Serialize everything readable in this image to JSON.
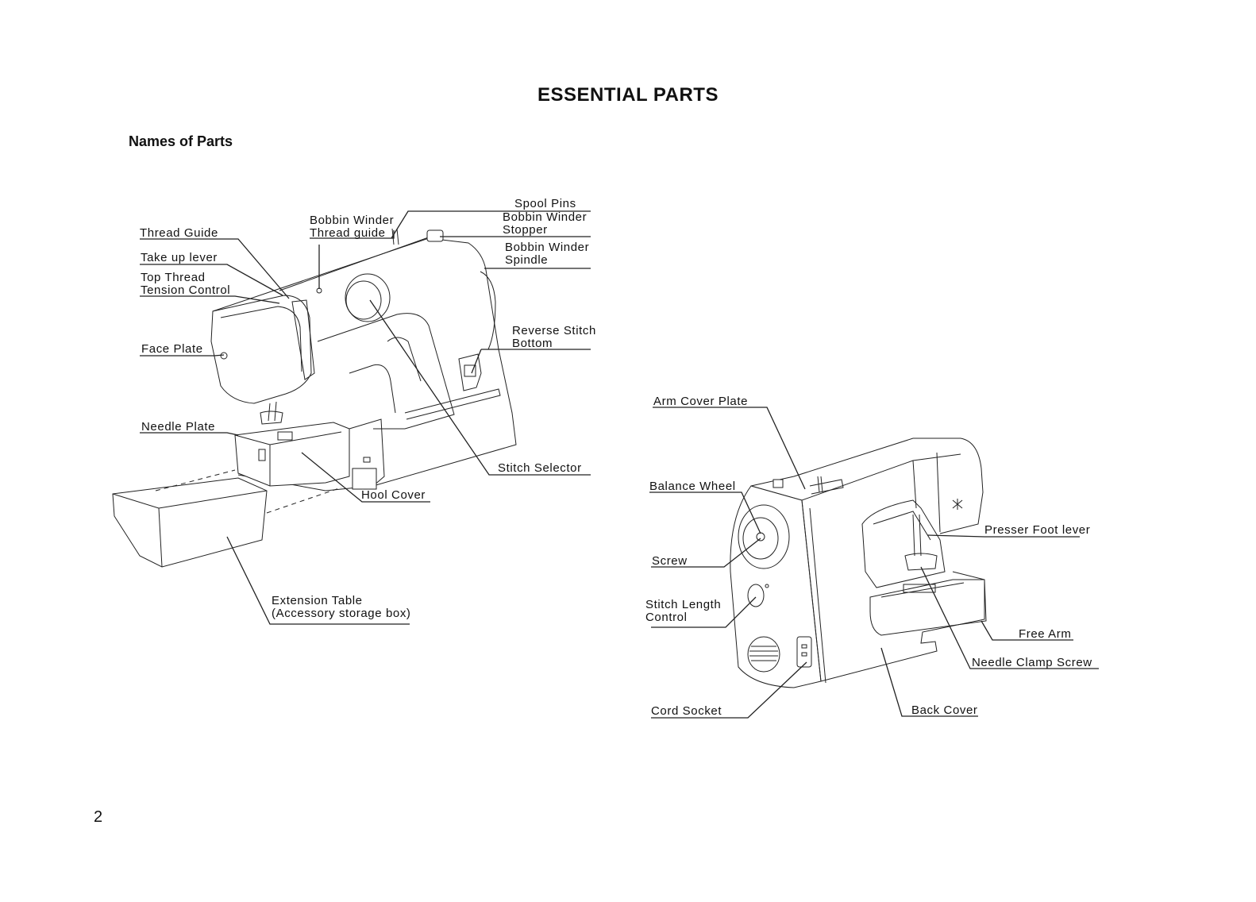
{
  "title": "ESSENTIAL PARTS",
  "section": "Names of Parts",
  "page_number": "2",
  "front_view": {
    "labels": {
      "thread_guide": "Thread Guide",
      "take_up_lever": "Take up lever",
      "top_thread_tension_1": "Top Thread",
      "top_thread_tension_2": "Tension Control",
      "face_plate": "Face Plate",
      "needle_plate": "Needle Plate",
      "bobbin_winder_thread_guide_1": "Bobbin Winder",
      "bobbin_winder_thread_guide_2": "Thread guide",
      "spool_pins": "Spool Pins",
      "bobbin_winder_stopper_1": "Bobbin Winder",
      "bobbin_winder_stopper_2": "Stopper",
      "bobbin_winder_spindle_1": "Bobbin Winder",
      "bobbin_winder_spindle_2": "Spindle",
      "reverse_stitch_1": "Reverse Stitch",
      "reverse_stitch_2": "Bottom",
      "stitch_selector": "Stitch Selector",
      "hook_cover": "Hool Cover",
      "extension_table_1": "Extension Table",
      "extension_table_2": "(Accessory storage box)"
    }
  },
  "back_view": {
    "labels": {
      "arm_cover_plate": "Arm Cover Plate",
      "balance_wheel": "Balance Wheel",
      "screw": "Screw",
      "stitch_length_1": "Stitch Length",
      "stitch_length_2": "Control",
      "cord_socket": "Cord Socket",
      "presser_foot_lever": "Presser Foot lever",
      "free_arm": "Free Arm",
      "needle_clamp_screw": "Needle Clamp Screw",
      "back_cover": "Back Cover"
    }
  }
}
